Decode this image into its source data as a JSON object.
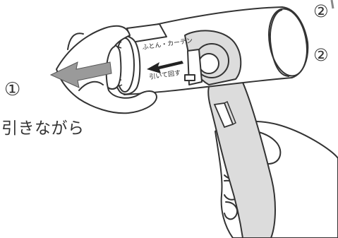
{
  "labels": {
    "step_2_top": "②",
    "step_2_mid": "②",
    "step_1": "①",
    "pull_while": "引きながら",
    "dial_mode": "ふとん・カーテン",
    "dial_instruction": "引いて回す"
  },
  "colors": {
    "outline": "#333333",
    "handle_fill": "#dcdcdc",
    "arrow_fill": "#9a9a9a",
    "body_fill": "#ffffff"
  },
  "icons": {
    "pull_arrow": "left-arrow",
    "rotate_arrow": "curved-arrow"
  }
}
